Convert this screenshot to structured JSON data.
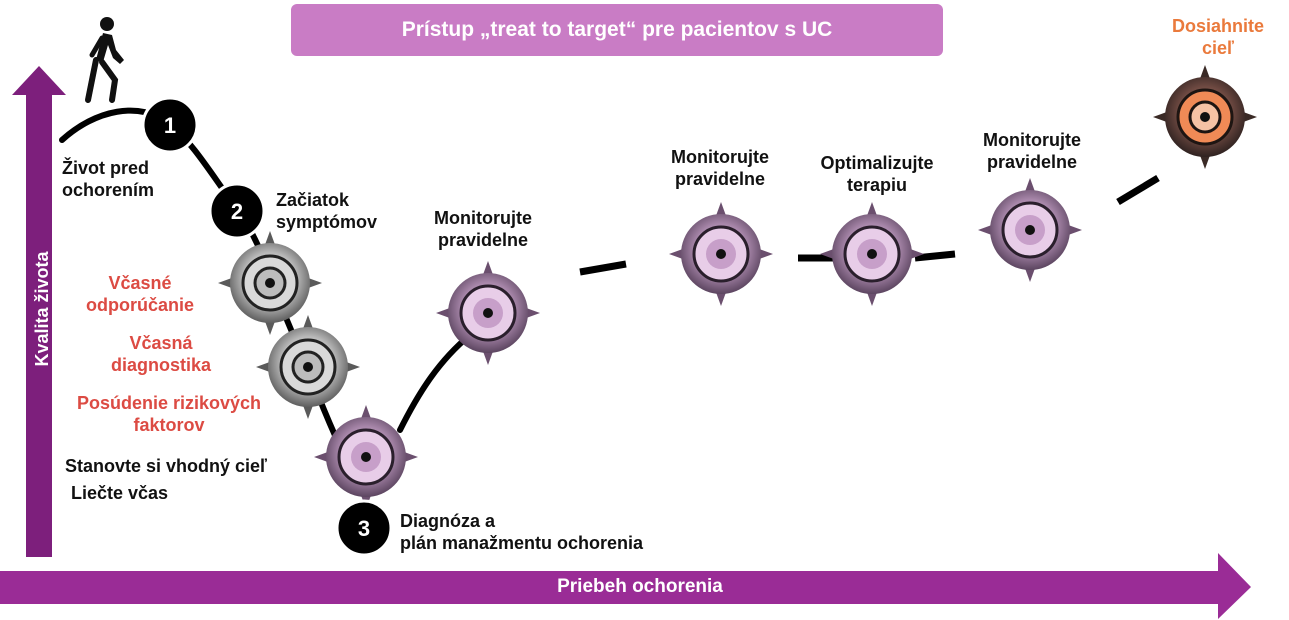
{
  "title": "Prístup „treat to target“ pre pacientov s UC",
  "axes": {
    "y_label": "Kvalita života",
    "x_label": "Priebeh ochorenia"
  },
  "colors": {
    "axis_purple": "#7d1f7c",
    "title_bg": "#c97cc5",
    "risk_red": "#dc4b43",
    "goal_orange": "#ea7a3c",
    "grey_target": "#8c8c8c",
    "lilac_target": "#a585a8"
  },
  "steps": [
    {
      "number": "1",
      "label_line1": "Život pred",
      "label_line2": "ochorením"
    },
    {
      "number": "2",
      "label_line1": "Začiatok",
      "label_line2": "symptómov"
    },
    {
      "number": "3",
      "label_line1": "Diagnóza a",
      "label_line2": "plán manažmentu ochorenia"
    }
  ],
  "early_actions": {
    "referral_line1": "Včasné",
    "referral_line2": "odporúčanie",
    "diagnosis_line1": "Včasná",
    "diagnosis_line2": "diagnostika",
    "risk_line1": "Posúdenie rizikových",
    "risk_line2": "faktorov",
    "set_goal": "Stanovte si vhodný cieľ",
    "treat_early": "Liečte včas"
  },
  "monitor": [
    {
      "line1": "Monitorujte",
      "line2": "pravidelne"
    },
    {
      "line1": "Monitorujte",
      "line2": "pravidelne"
    },
    {
      "line1": "Optimalizujte",
      "line2": "terapiu"
    },
    {
      "line1": "Monitorujte",
      "line2": "pravidelne"
    }
  ],
  "goal": {
    "line1": "Dosiahnite",
    "line2": "cieľ"
  },
  "icons": {
    "walker": "walking-person-icon",
    "target": "target-icon"
  }
}
